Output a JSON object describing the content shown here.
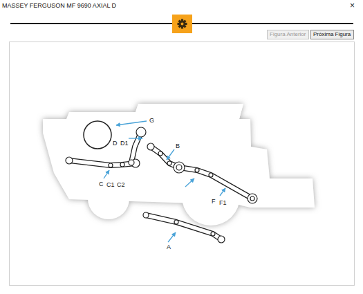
{
  "diagram": {
    "title": "MASSEY FERGUSON MF 9690 AXIAL D",
    "nodes": [
      {
        "text": [
          "Figura Anterior"
        ]
      },
      {
        "text": [
          "Próxima Figura"
        ]
      }
    ],
    "labels": [
      "×",
      "A",
      "B",
      "C",
      "C1",
      "C2",
      "D",
      "D1",
      "F",
      "F1",
      "G"
    ]
  }
}
